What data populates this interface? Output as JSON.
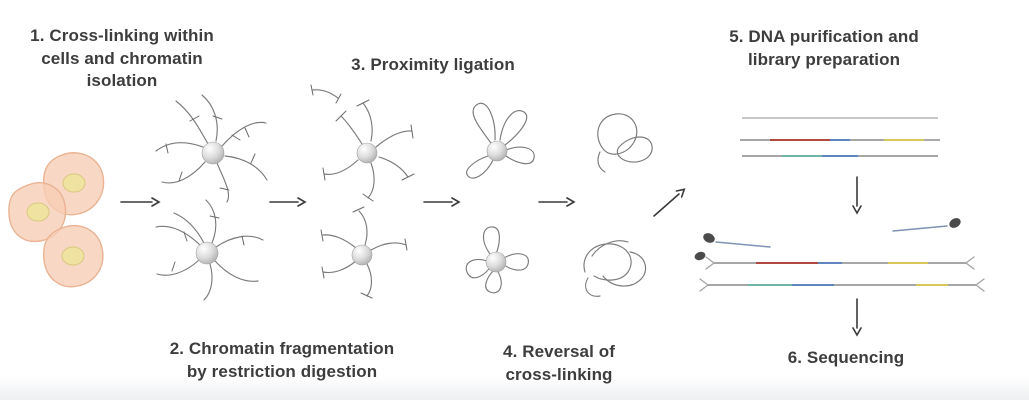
{
  "diagram": {
    "type": "workflow",
    "steps": [
      {
        "label": "1. Cross-linking within\ncells and chromatin\nisolation"
      },
      {
        "label": "2. Chromatin fragmentation\nby restriction digestion"
      },
      {
        "label": "3. Proximity ligation"
      },
      {
        "label": "4. Reversal of\ncross-linking"
      },
      {
        "label": "5. DNA purification and\nlibrary preparation"
      },
      {
        "label": "6. Sequencing"
      }
    ]
  },
  "colors": {
    "label": "#3d3d3d",
    "arrow": "#3a3a3a",
    "strand": "#7b7b7b",
    "strand-light": "#a6a6a6",
    "red": "#b04a3e",
    "blue": "#5f86c0",
    "yellow": "#d9c75a",
    "green": "#7fb56f",
    "teal": "#6fb5a8",
    "cell-fill": "#f6cdb4",
    "cell-stroke": "#eab394",
    "nucleus-fill": "#f0e3a2",
    "nucleus-stroke": "#d9c87e",
    "blob": "#4a4a4a"
  }
}
